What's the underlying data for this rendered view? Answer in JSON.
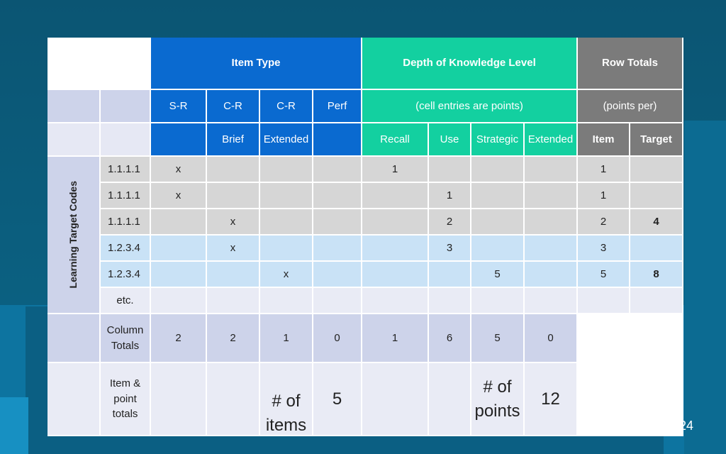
{
  "header": {
    "item_type": "Item Type",
    "dok": "Depth of Knowledge Level",
    "row_totals": "Row Totals"
  },
  "subheader": {
    "sr": "S-R",
    "cr1": "C-R",
    "cr2": "C-R",
    "perf": "Perf",
    "dok_note": "(cell entries are points)",
    "row_note": "(points per)"
  },
  "subheader2": {
    "brief": "Brief",
    "extended": "Extended",
    "recall": "Recall",
    "use": "Use",
    "strategic": "Strategic",
    "extended2": "Extended",
    "item": "Item",
    "target": "Target"
  },
  "side_label": "Learning Target Codes",
  "rows": [
    {
      "code": "1.1.1.1",
      "sr": "x",
      "crb": "",
      "cre": "",
      "perf": "",
      "recall": "1",
      "use": "",
      "strategic": "",
      "ext": "",
      "item": "1",
      "target": ""
    },
    {
      "code": "1.1.1.1",
      "sr": "x",
      "crb": "",
      "cre": "",
      "perf": "",
      "recall": "",
      "use": "1",
      "strategic": "",
      "ext": "",
      "item": "1",
      "target": ""
    },
    {
      "code": "1.1.1.1",
      "sr": "",
      "crb": "x",
      "cre": "",
      "perf": "",
      "recall": "",
      "use": "2",
      "strategic": "",
      "ext": "",
      "item": "2",
      "target": "4"
    },
    {
      "code": "1.2.3.4",
      "sr": "",
      "crb": "x",
      "cre": "",
      "perf": "",
      "recall": "",
      "use": "3",
      "strategic": "",
      "ext": "",
      "item": "3",
      "target": ""
    },
    {
      "code": "1.2.3.4",
      "sr": "",
      "crb": "",
      "cre": "x",
      "perf": "",
      "recall": "",
      "use": "",
      "strategic": "5",
      "ext": "",
      "item": "5",
      "target": "8"
    },
    {
      "code": "etc.",
      "sr": "",
      "crb": "",
      "cre": "",
      "perf": "",
      "recall": "",
      "use": "",
      "strategic": "",
      "ext": "",
      "item": "",
      "target": ""
    }
  ],
  "column_totals": {
    "label": "Column Totals",
    "values": [
      "2",
      "2",
      "1",
      "0",
      "1",
      "6",
      "5",
      "0"
    ]
  },
  "item_point_totals": {
    "label": "Item & point totals",
    "items_label": "# of items",
    "items_value": "5",
    "points_label": "# of points",
    "points_value": "12"
  },
  "page_number": "24"
}
